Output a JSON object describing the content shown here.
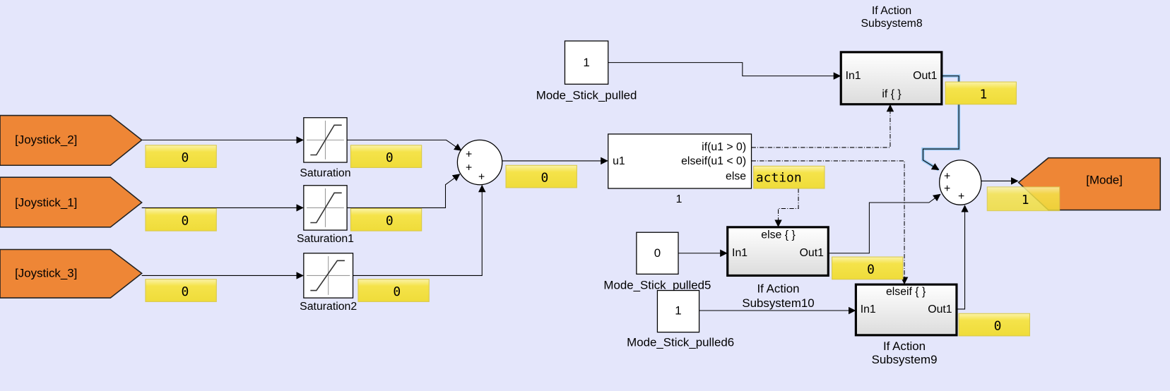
{
  "goto_from_blocks": [
    {
      "label": "[Joystick_2]"
    },
    {
      "label": "[Joystick_1]"
    },
    {
      "label": "[Joystick_3]"
    }
  ],
  "goto_mode": {
    "label": "[Mode]"
  },
  "displays": {
    "joystick_2": "0",
    "joystick_1": "0",
    "joystick_3": "0",
    "saturation": "0",
    "saturation1": "0",
    "saturation2": "0",
    "sum": "0",
    "if_action": "action",
    "subsystem8": "1",
    "subsystem10": "0",
    "subsystem9": "0",
    "mode": "1"
  },
  "saturation_blocks": [
    "Saturation",
    "Saturation1",
    "Saturation2"
  ],
  "sum_signs": "+",
  "if_block": {
    "input": "u1",
    "conditions": [
      "if(u1 > 0)",
      "elseif(u1 < 0)",
      "else"
    ],
    "name": "1"
  },
  "constants": [
    {
      "value": "1",
      "name": "Mode_Stick_pulled"
    },
    {
      "value": "0",
      "name": "Mode_Stick_pulled5"
    },
    {
      "value": "1",
      "name": "Mode_Stick_pulled6"
    }
  ],
  "subsystems": [
    {
      "title1": "If Action",
      "title2": "Subsystem8",
      "in": "In1",
      "out": "Out1",
      "action": "if { }"
    },
    {
      "title1": "If Action",
      "title2": "Subsystem10",
      "in": "In1",
      "out": "Out1",
      "action": "else { }"
    },
    {
      "title1": "If Action",
      "title2": "Subsystem9",
      "in": "In1",
      "out": "Out1",
      "action": "elseif { }"
    }
  ],
  "colors": {
    "background": "#e4e6fb",
    "goto": "#ee8636",
    "display": "#f5e34a",
    "highlight": "#8fc3ee"
  }
}
